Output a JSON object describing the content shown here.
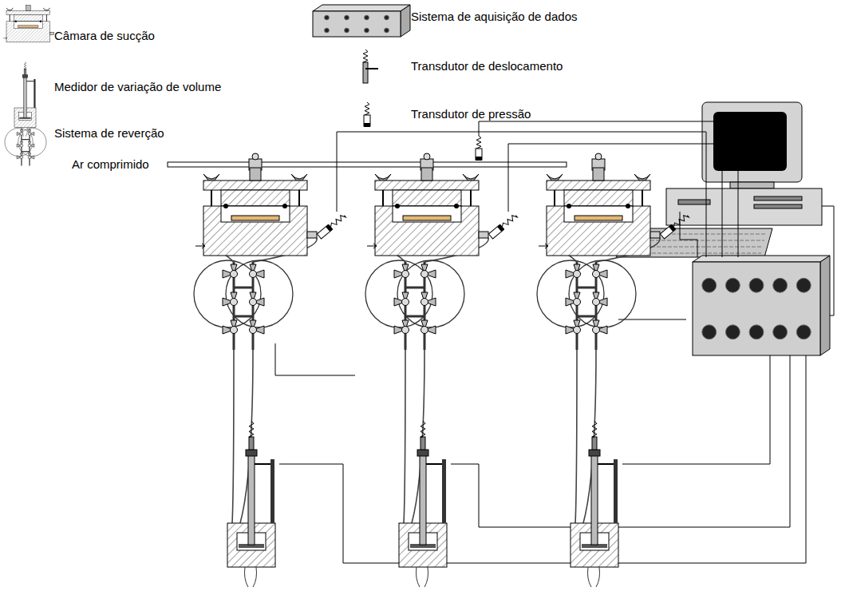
{
  "diagram": {
    "labels": [
      "Ar comprimido"
    ],
    "legend": [
      {
        "text": "Câmara de sucção"
      },
      {
        "text": "Sistema de aquisição de dados"
      },
      {
        "text": "Medidor de variação de volume"
      },
      {
        "text": "Transdutor de deslocamento"
      },
      {
        "text": "Sistema de reverção"
      },
      {
        "text": "Transdutor de pressão"
      }
    ]
  }
}
